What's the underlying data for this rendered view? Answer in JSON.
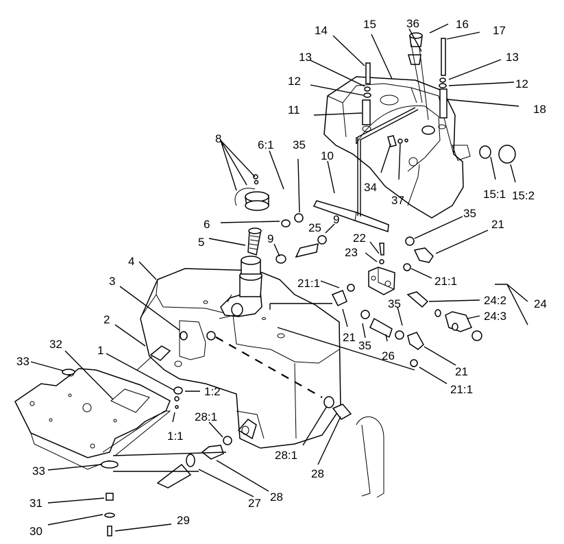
{
  "diagram": {
    "labels": {
      "c1": "1",
      "c1_1": "1:1",
      "c1_2": "1:2",
      "c2": "2",
      "c3": "3",
      "c4": "4",
      "c5": "5",
      "c6": "6",
      "c6_1": "6:1",
      "c8": "8",
      "c9a": "9",
      "c9b": "9",
      "c10": "10",
      "c11": "11",
      "c12a": "12",
      "c12b": "12",
      "c13a": "13",
      "c13b": "13",
      "c14": "14",
      "c15": "15",
      "c15_1": "15:1",
      "c15_2": "15:2",
      "c16": "16",
      "c17": "17",
      "c18": "18",
      "c21a": "21",
      "c21b": "21",
      "c21c": "21",
      "c21_1a": "21:1",
      "c21_1b": "21:1",
      "c21_1c": "21:1",
      "c22": "22",
      "c23": "23",
      "c24": "24",
      "c24_2": "24:2",
      "c24_3": "24:3",
      "c25": "25",
      "c26": "26",
      "c27": "27",
      "c28a": "28",
      "c28b": "28",
      "c28_1a": "28:1",
      "c28_1b": "28:1",
      "c29": "29",
      "c30": "30",
      "c31": "31",
      "c32": "32",
      "c33a": "33",
      "c33b": "33",
      "c34": "34",
      "c35a": "35",
      "c35b": "35",
      "c35c": "35",
      "c35d": "35",
      "c36": "36",
      "c37": "37"
    }
  }
}
